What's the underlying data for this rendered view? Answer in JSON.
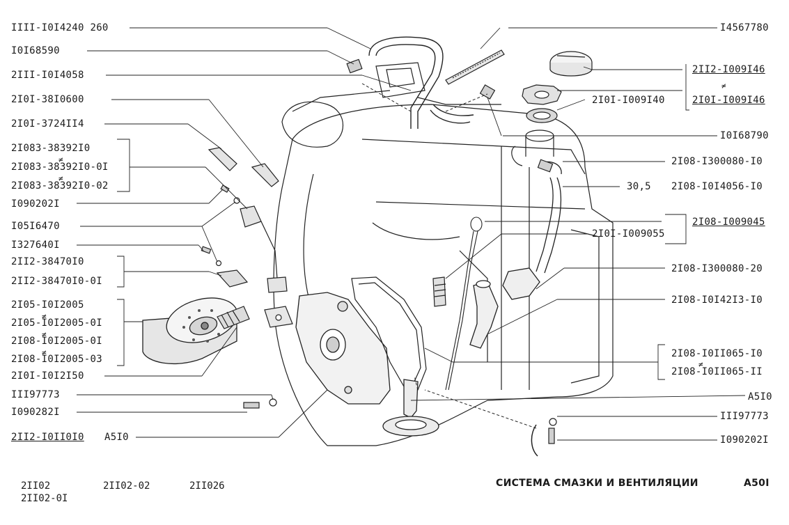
{
  "left_labels": {
    "l1": "IIII-I0I4240 260",
    "l2": "I0I68590",
    "l3": "2III-I0I4058",
    "l4": "2I0I-38I0600",
    "l5": "2I0I-3724II4",
    "l6a": "2I083-38392I0",
    "l6b": "2I083-38392I0-0I",
    "l6c": "2I083-38392I0-02",
    "l7": "I090202I",
    "l8": "I05I6470",
    "l9": "I327640I",
    "l10a": "2II2-38470I0",
    "l10b": "2II2-38470I0-0I",
    "l11a": "2I05-I0I2005",
    "l11b": "2I05-I0I2005-0I",
    "l11c": "2I08-I0I2005-0I",
    "l11d": "2I08-I0I2005-03",
    "l12": "2I0I-I0I2I50",
    "l13": "III97773",
    "l14": "I090282I",
    "l15": "2II2-I0II0I0",
    "l15b": "A5I0"
  },
  "right_labels": {
    "r1": "I4567780",
    "r2a": "2II2-I009I46",
    "r2b": "2I0I-I009I46",
    "r3": "2I0I-I009I40",
    "r4": "I0I68790",
    "r5": "2I08-I300080-I0",
    "r6_size": "30,5",
    "r6": "2I08-I0I4056-I0",
    "r7": "2I08-I009045",
    "r8": "2I0I-I009055",
    "r9": "2I08-I300080-20",
    "r10": "2I08-I0I42I3-I0",
    "r11a": "2I08-I0II065-I0",
    "r11b": "2I08-I0II065-II",
    "r12": "A5I0",
    "r13": "III97773",
    "r14": "I090202I"
  },
  "not_equal_symbol": "≠",
  "footer": {
    "models": [
      "2II02",
      "2II02-0I",
      "2II02-02",
      "2II026"
    ],
    "title": "СИСТЕМА СМАЗКИ И ВЕНТИЛЯЦИИ",
    "code": "A50I"
  }
}
